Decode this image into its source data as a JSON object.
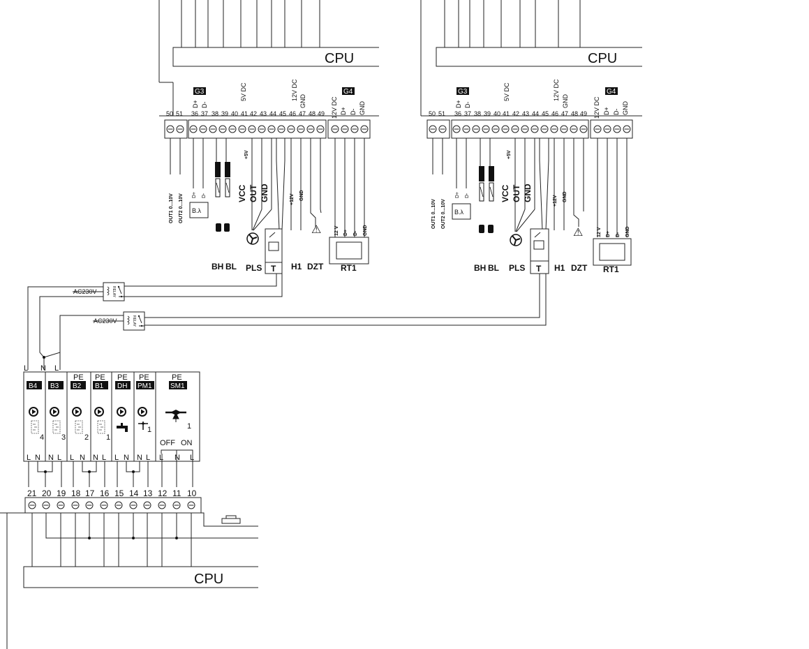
{
  "diagram": {
    "cpu_label": "CPU",
    "top_controller": {
      "g3_label": "G3",
      "g4_label": "G4",
      "terminals_left": [
        "50",
        "51"
      ],
      "terminals_g3": [
        "36",
        "37",
        "38",
        "39",
        "40",
        "41",
        "42",
        "43",
        "44",
        "45",
        "46",
        "47",
        "48",
        "49"
      ],
      "g3_signal_labels": [
        "D+",
        "D-"
      ],
      "rail_5v": "5V DC",
      "rail_12v": "12V DC",
      "rail_gnd": "GND",
      "g4_labels": [
        "12V DC",
        "D+",
        "D-",
        "GND"
      ],
      "outputs": [
        "OUT1 0...10V",
        "OUT2 0...10V"
      ],
      "wire_d_plus": "D+",
      "wire_d_minus": "D-",
      "lambda_module": "B.λ",
      "plus_5v": "+5V",
      "sensor_pins": [
        "VCC",
        "OUT",
        "GND"
      ],
      "plus_12v": "+12V",
      "gnd": "GND",
      "rt_wires": [
        "12 V",
        "D+",
        "D-",
        "GND"
      ],
      "bottom_labels": [
        "BH",
        "BL",
        "PLS",
        "T",
        "H1",
        "DZT",
        "RT1"
      ],
      "warning_symbol": "⚠"
    },
    "relays": [
      {
        "voltage": "AC230V",
        "tag": "RELAY"
      },
      {
        "voltage": "AC230V",
        "tag": "RELAY"
      }
    ],
    "lower_module": {
      "feed_labels": [
        "L",
        "N",
        "L"
      ],
      "channels": [
        {
          "pe": "",
          "tag": "B4",
          "number": "4",
          "pins": [
            "L",
            "N"
          ]
        },
        {
          "pe": "",
          "tag": "B3",
          "number": "3",
          "pins": [
            "N",
            "L"
          ]
        },
        {
          "pe": "PE",
          "tag": "B2",
          "number": "2",
          "pins": [
            "L",
            "N"
          ]
        },
        {
          "pe": "PE",
          "tag": "B1",
          "number": "1",
          "pins": [
            "N",
            "L"
          ]
        },
        {
          "pe": "PE",
          "tag": "DH",
          "number": "",
          "pins": [
            "L",
            "N"
          ]
        },
        {
          "pe": "PE",
          "tag": "PM1",
          "number": "1",
          "pins": [
            "N",
            "L"
          ]
        }
      ],
      "mixer": {
        "pe": "PE",
        "tag": "SM1",
        "number": "1",
        "off": "OFF",
        "on": "ON",
        "pins": [
          "L",
          "N",
          "L"
        ]
      },
      "terminals": [
        "21",
        "20",
        "19",
        "18",
        "17",
        "16",
        "15",
        "14",
        "13",
        "12",
        "11",
        "10"
      ]
    }
  }
}
